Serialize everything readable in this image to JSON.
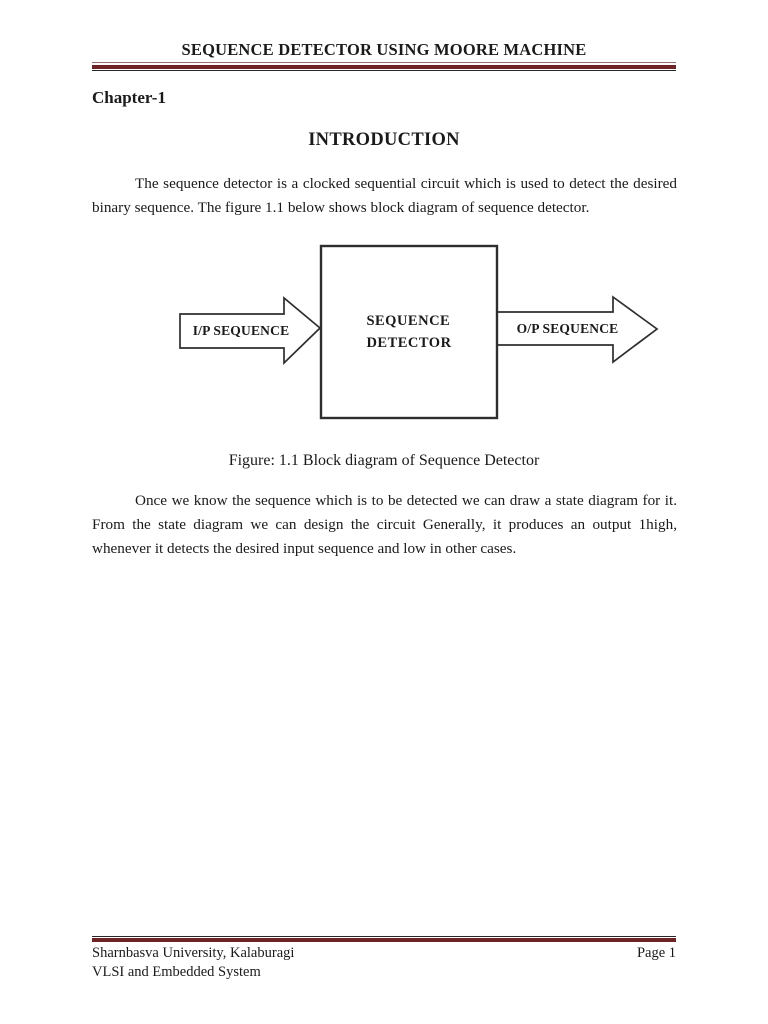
{
  "page": {
    "header": {
      "title": "SEQUENCE DETECTOR USING MOORE MACHINE"
    },
    "chapter_heading": "Chapter-1",
    "section_heading": "INTRODUCTION",
    "paragraph1": "The sequence detector is a clocked sequential circuit which is used to detect the desired binary sequence. The figure 1.1 below shows block diagram of sequence detector.",
    "diagram": {
      "input_label": "I/P SEQUENCE",
      "block_label_line1": "SEQUENCE",
      "block_label_line2": "DETECTOR",
      "output_label": "O/P SEQUENCE"
    },
    "figure_caption": "Figure: 1.1 Block diagram of Sequence Detector",
    "paragraph2": "Once we know the sequence which is to be detected we can draw a state diagram for it. From the state diagram we can design the circuit Generally, it produces an output 1high, whenever it detects the desired input sequence and low in other cases.",
    "footer": {
      "institution": "Sharnbasva University, Kalaburagi",
      "department": "VLSI and Embedded System",
      "page_number": "Page 1"
    },
    "colors": {
      "rule_maroon": "#6e2426",
      "rule_light": "#9b6f6f",
      "rule_dark": "#262626",
      "text": "#1a1a1a"
    }
  }
}
